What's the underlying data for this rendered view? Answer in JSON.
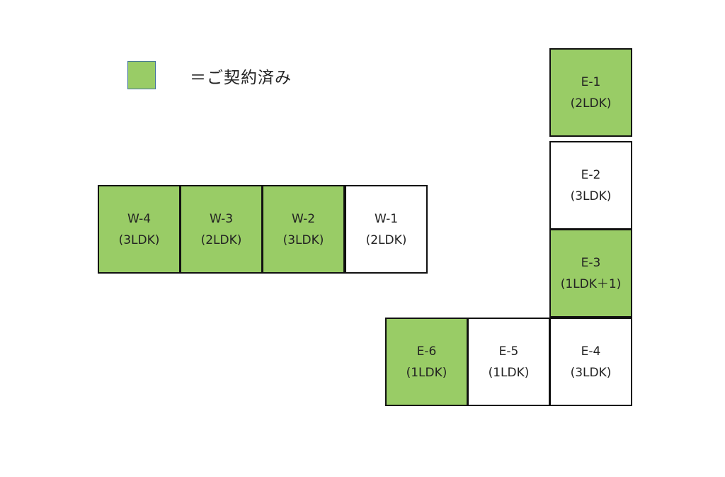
{
  "legend": {
    "color": "#99cc66",
    "label": "＝ご契約済み"
  },
  "units": {
    "w4": {
      "name": "W-4",
      "layout": "(3LDK)",
      "contracted": true
    },
    "w3": {
      "name": "W-3",
      "layout": "(2LDK)",
      "contracted": true
    },
    "w2": {
      "name": "W-2",
      "layout": "(3LDK)",
      "contracted": true
    },
    "w1": {
      "name": "W-1",
      "layout": "(2LDK)",
      "contracted": false
    },
    "e1": {
      "name": "E-1",
      "layout": "(2LDK)",
      "contracted": true
    },
    "e2": {
      "name": "E-2",
      "layout": "(3LDK)",
      "contracted": false
    },
    "e3": {
      "name": "E-3",
      "layout": "(1LDK＋1)",
      "contracted": true
    },
    "e4": {
      "name": "E-4",
      "layout": "(3LDK)",
      "contracted": false
    },
    "e5": {
      "name": "E-5",
      "layout": "(1LDK)",
      "contracted": false
    },
    "e6": {
      "name": "E-6",
      "layout": "(1LDK)",
      "contracted": true
    }
  }
}
